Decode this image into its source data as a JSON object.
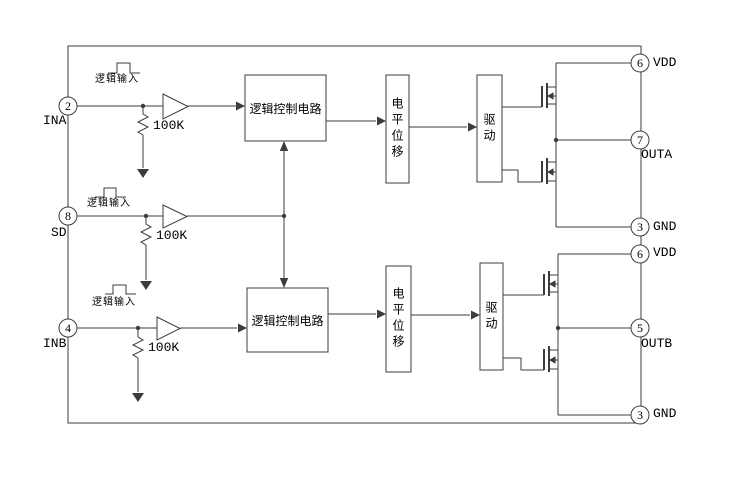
{
  "pins_left": [
    {
      "num": "2",
      "name": "INA"
    },
    {
      "num": "8",
      "name": "SD"
    },
    {
      "num": "4",
      "name": "INB"
    }
  ],
  "pins_right": [
    {
      "num": "6",
      "name": "VDD"
    },
    {
      "num": "7",
      "name": "OUTA"
    },
    {
      "num": "3",
      "name": "GND"
    },
    {
      "num": "6",
      "name": "VDD"
    },
    {
      "num": "5",
      "name": "OUTB"
    },
    {
      "num": "3",
      "name": "GND"
    }
  ],
  "labels": {
    "logic_input": "逻辑输入",
    "resistor_value": "100K",
    "logic_control": "逻辑控制电路",
    "level_shift": "电平位移",
    "driver": "驱动"
  },
  "colors": {
    "line": "#3c3c3c",
    "background": "#ffffff",
    "text": "#000000"
  }
}
